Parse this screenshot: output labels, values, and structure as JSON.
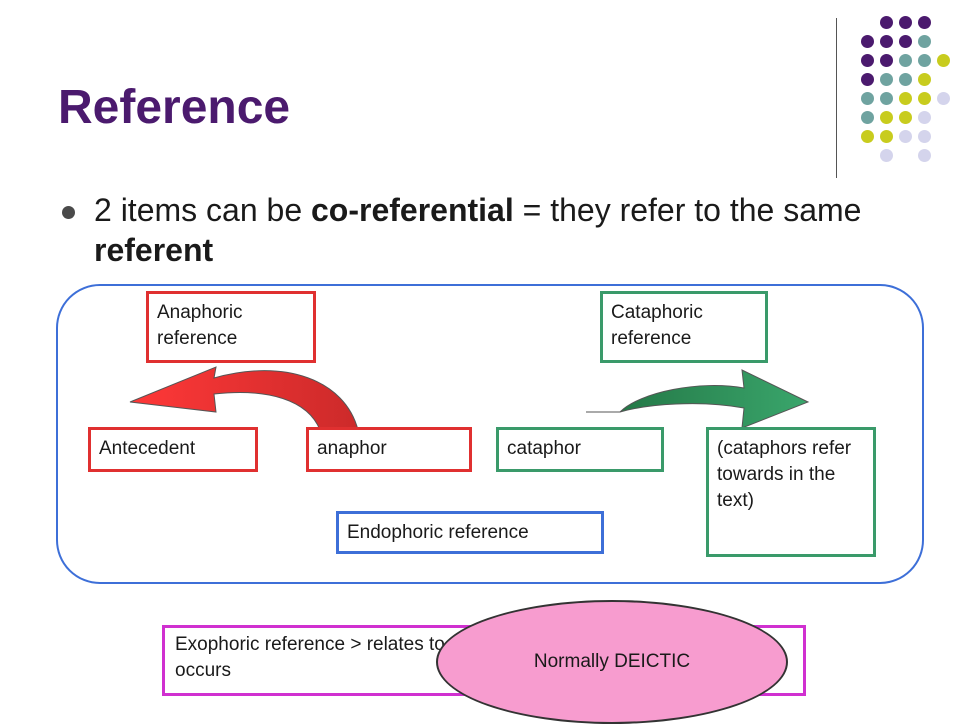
{
  "title": "Reference",
  "bullet": {
    "part1": "2 items can be ",
    "bold1": "co-referential",
    "part2": " = they refer to the same ",
    "bold2": "referent"
  },
  "boxes": {
    "anaphoric_reference": "Anaphoric reference",
    "cataphoric_reference": "Cataphoric reference",
    "antecedent": "Antecedent",
    "anaphor": "anaphor",
    "cataphor": "cataphor",
    "cataphors_note": "(cataphors refer towards in the text)",
    "endophoric_reference": "Endophoric reference",
    "exophoric_reference": "Exophoric reference > relates to the situation in which the discourse occurs"
  },
  "ellipse": "Normally DEICTIC",
  "colors": {
    "title": "#4b1a6e",
    "dot_purple": "#4b1a6e",
    "dot_teal": "#6fa3a0",
    "dot_yellow": "#c8cc1e",
    "dot_lavender": "#d4d4ec",
    "red": "#e03030",
    "green": "#3a9a6a",
    "blue": "#3d6fd8",
    "magenta": "#d030d0",
    "pink": "#f79ccf"
  }
}
